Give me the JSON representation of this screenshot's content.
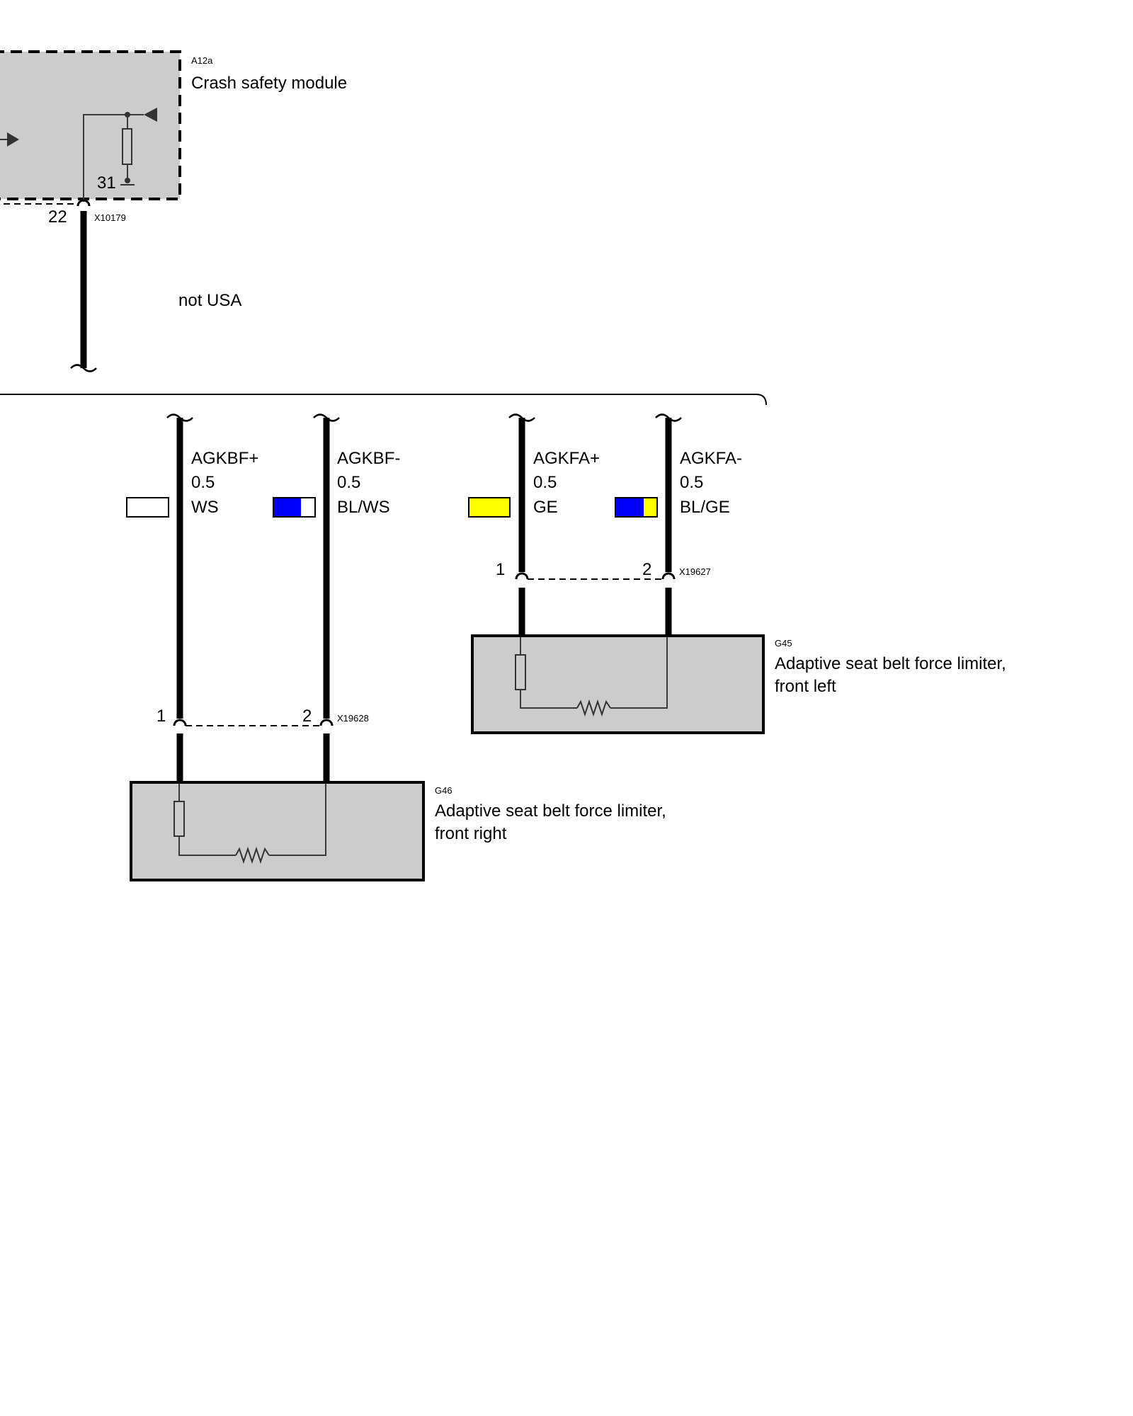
{
  "module": {
    "id": "A12a",
    "name": "Crash safety module",
    "pin": "22",
    "ground": "31",
    "connector": "X10179"
  },
  "variant_note": "not USA",
  "wires": [
    {
      "signal": "AGKBF+",
      "size": "0.5",
      "color_code": "WS",
      "swatch": [
        "#ffffff"
      ]
    },
    {
      "signal": "AGKBF-",
      "size": "0.5",
      "color_code": "BL/WS",
      "swatch": [
        "#0000ff",
        "#ffffff"
      ]
    },
    {
      "signal": "AGKFA+",
      "size": "0.5",
      "color_code": "GE",
      "swatch": [
        "#ffff00"
      ]
    },
    {
      "signal": "AGKFA-",
      "size": "0.5",
      "color_code": "BL/GE",
      "swatch": [
        "#0000ff",
        "#ffff00"
      ]
    }
  ],
  "components": [
    {
      "id": "G45",
      "name_line1": "Adaptive seat belt force limiter,",
      "name_line2": "front left",
      "connector": "X19627",
      "pin1": "1",
      "pin2": "2"
    },
    {
      "id": "G46",
      "name_line1": "Adaptive seat belt force limiter,",
      "name_line2": "front right",
      "connector": "X19628",
      "pin1": "1",
      "pin2": "2"
    }
  ]
}
